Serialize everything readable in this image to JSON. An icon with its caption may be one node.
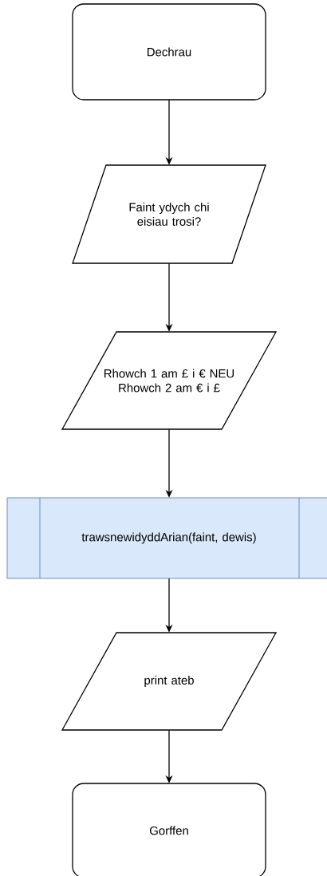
{
  "diagram": {
    "nodes": [
      {
        "text": [
          "Dechrau"
        ]
      },
      {
        "text": [
          "Faint ydych chi eisiau trosi?"
        ]
      },
      {
        "text": [
          "Rhowch 1 am £ i € NEU Rhowch 2 am € i £"
        ]
      },
      {
        "text": [
          "trawsnewidyddArian(faint, dewis)"
        ]
      },
      {
        "text": [
          "print ateb"
        ]
      },
      {
        "text": [
          "Gorffen"
        ]
      }
    ],
    "edges": [
      {
        "from": 0,
        "to": 1,
        "arrow": "to"
      },
      {
        "from": 1,
        "to": 2,
        "arrow": "to"
      },
      {
        "from": 2,
        "to": 3,
        "arrow": "to"
      },
      {
        "from": 3,
        "to": 4,
        "arrow": "to"
      },
      {
        "from": 4,
        "to": 5,
        "arrow": "to"
      }
    ]
  }
}
